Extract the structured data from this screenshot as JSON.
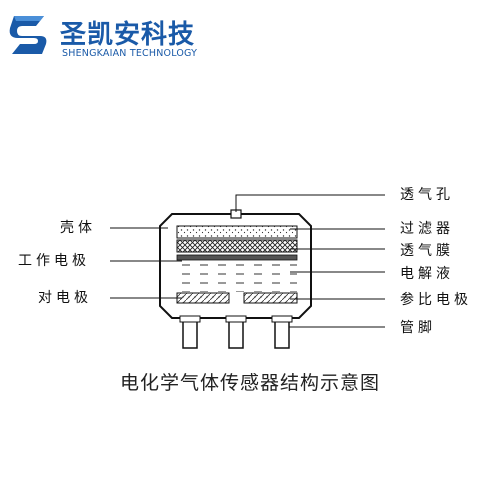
{
  "brand": {
    "name_cn": "圣凯安科技",
    "name_en": "SHENGKAIAN TECHNOLOGY",
    "color": "#1a5aa8"
  },
  "labels_left": {
    "shell": "壳体",
    "working_electrode": "工作电极",
    "counter_electrode": "对电极"
  },
  "labels_right": {
    "vent_hole": "透气孔",
    "filter": "过滤器",
    "breathable_membrane": "透气膜",
    "electrolyte": "电解液",
    "reference_electrode": "参比电极",
    "pins": "管脚"
  },
  "caption": "电化学气体传感器结构示意图"
}
